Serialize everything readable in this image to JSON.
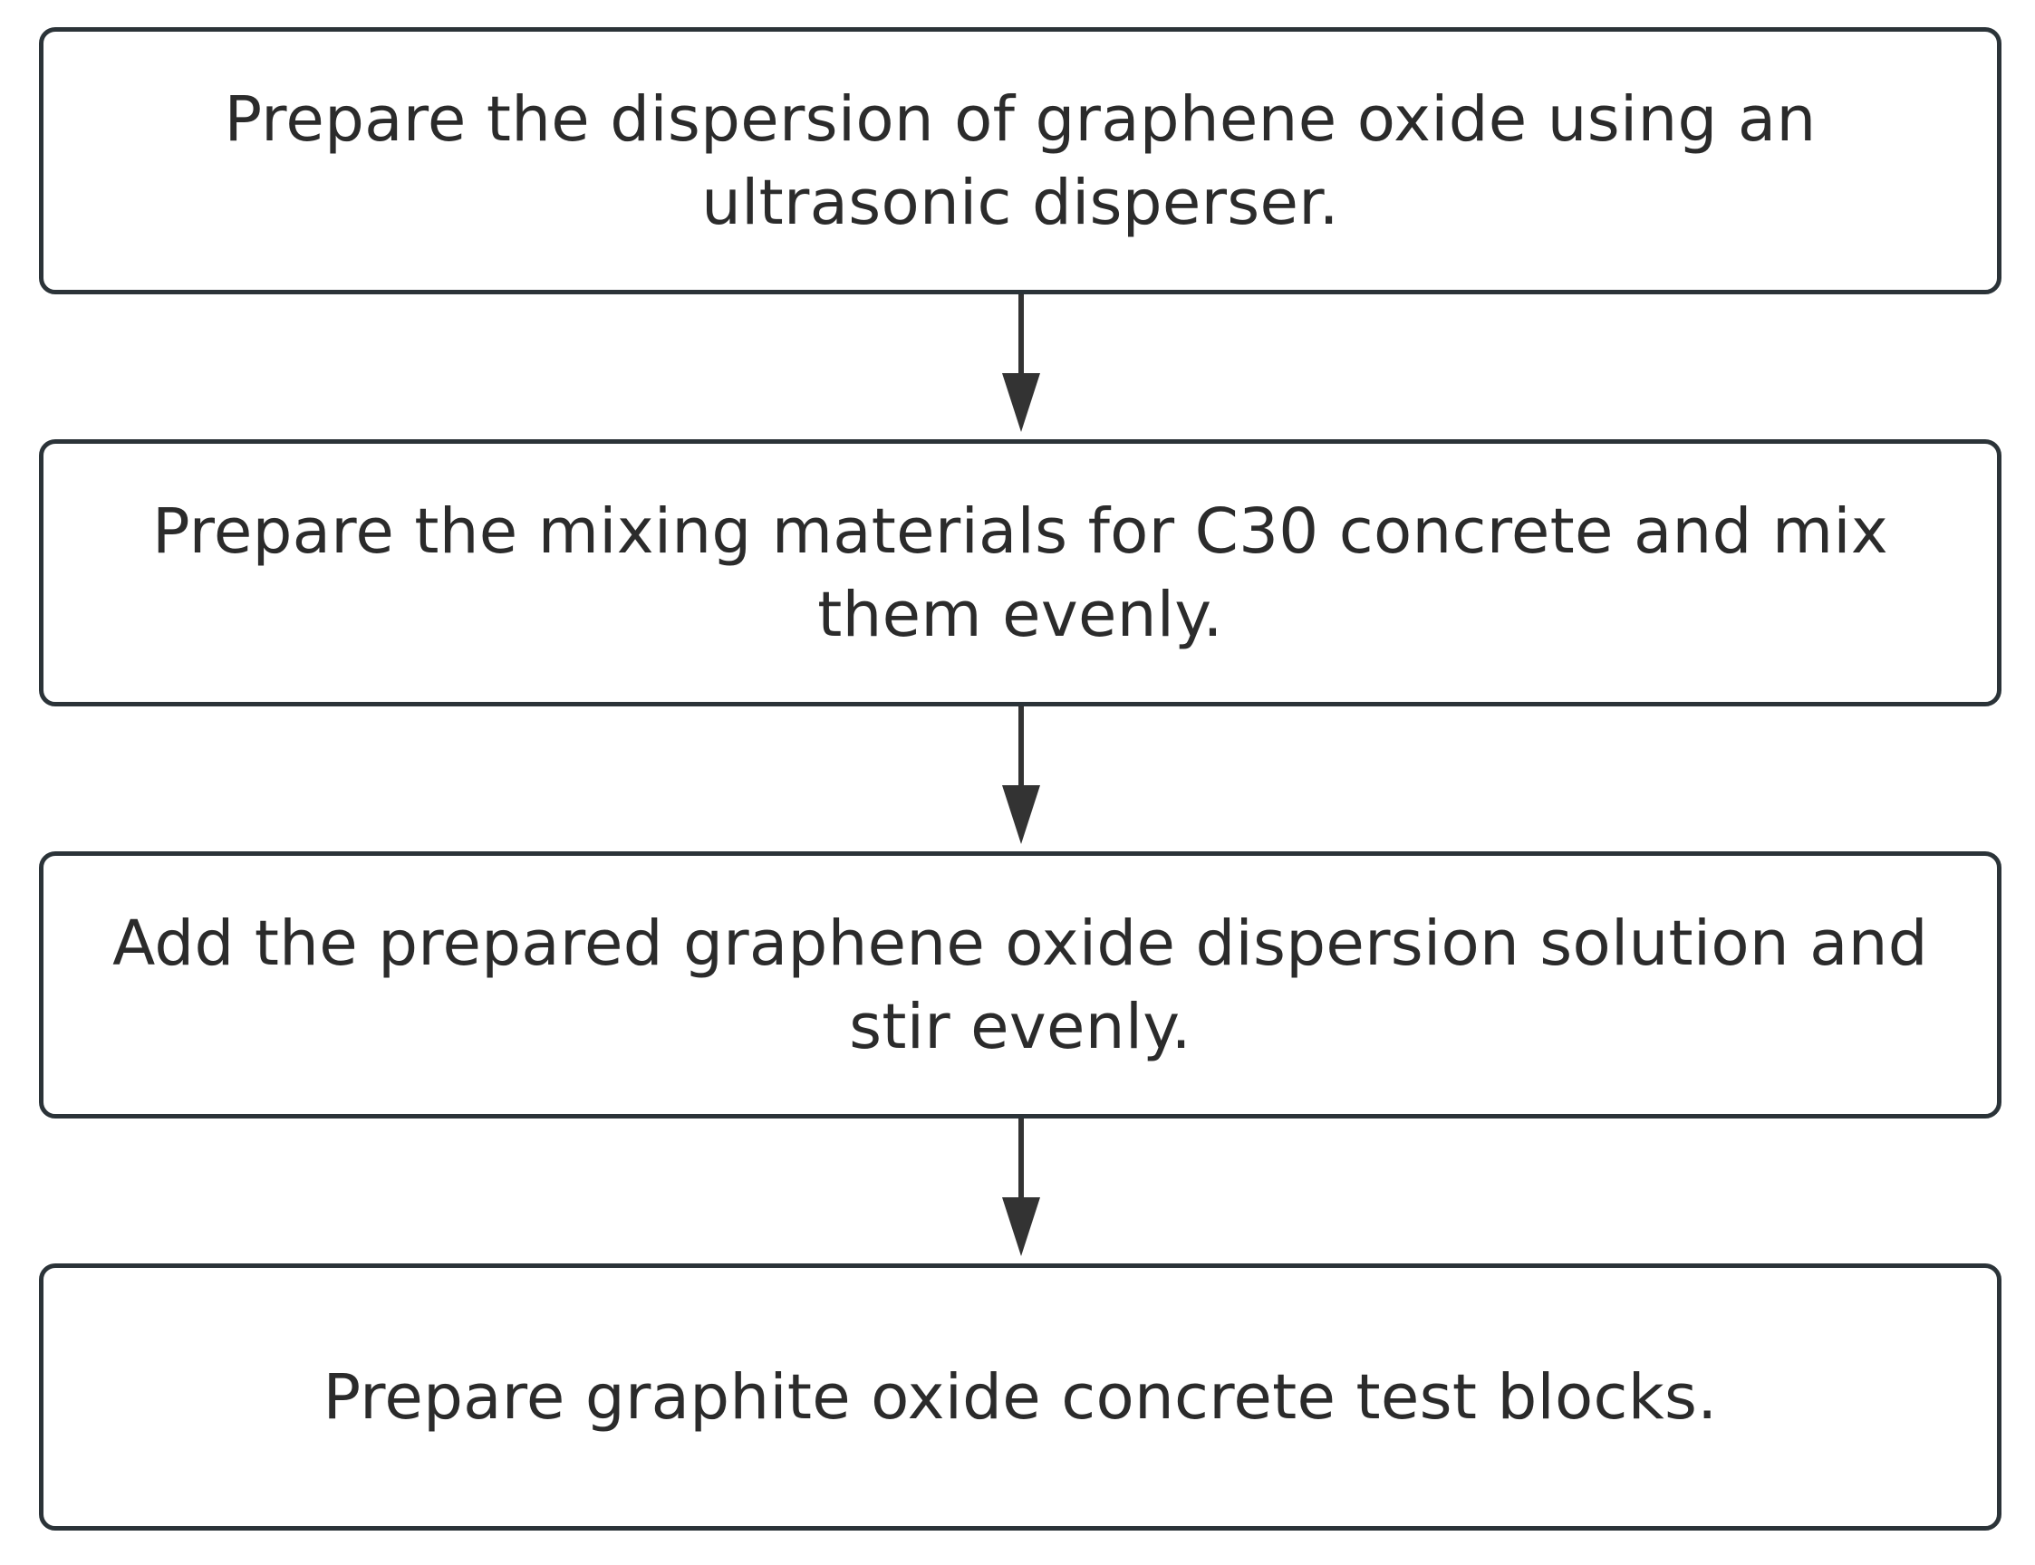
{
  "flowchart": {
    "steps": [
      {
        "label": "Prepare the dispersion of graphene oxide using an ultrasonic disperser."
      },
      {
        "label": "Prepare the mixing materials for C30 concrete and mix them evenly."
      },
      {
        "label": "Add the prepared graphene oxide dispersion solution and stir evenly."
      },
      {
        "label": "Prepare graphite oxide concrete test blocks."
      }
    ],
    "colors": {
      "border": "#2b3338",
      "arrow": "#333333",
      "text": "#2b2b2b",
      "background": "#ffffff"
    }
  }
}
